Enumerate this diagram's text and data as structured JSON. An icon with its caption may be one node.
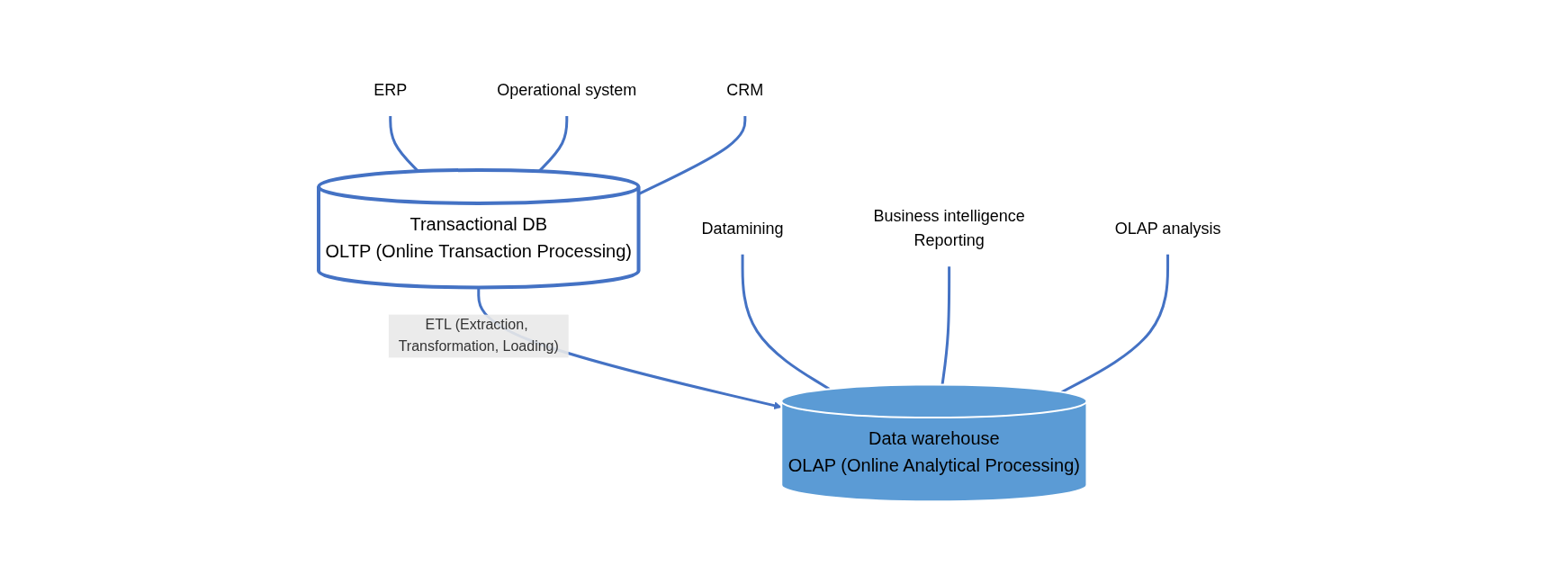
{
  "diagram": {
    "nodes": [
      {
        "text": [
          "ERP"
        ]
      },
      {
        "text": [
          "Operational system"
        ]
      },
      {
        "text": [
          "CRM"
        ]
      },
      {
        "text": [
          "Transactional DB",
          "OLTP (Online Transaction Processing)"
        ]
      },
      {
        "text": [
          "Datamining"
        ]
      },
      {
        "text": [
          "Business intelligence",
          "Reporting"
        ]
      },
      {
        "text": [
          "OLAP analysis"
        ]
      },
      {
        "text": [
          "Data warehouse",
          "OLAP (Online Analytical Processing)"
        ]
      }
    ],
    "edges": [
      {
        "from": 0,
        "to": 3,
        "arrow": "none"
      },
      {
        "from": 1,
        "to": 3,
        "arrow": "none"
      },
      {
        "from": 2,
        "to": 3,
        "arrow": "none"
      },
      {
        "from": 3,
        "to": 7,
        "arrow": "to",
        "label": "ETL (Extraction, Transformation, Loading)"
      },
      {
        "from": 4,
        "to": 7,
        "arrow": "none"
      },
      {
        "from": 5,
        "to": 7,
        "arrow": "none"
      },
      {
        "from": 6,
        "to": 7,
        "arrow": "none"
      }
    ]
  }
}
